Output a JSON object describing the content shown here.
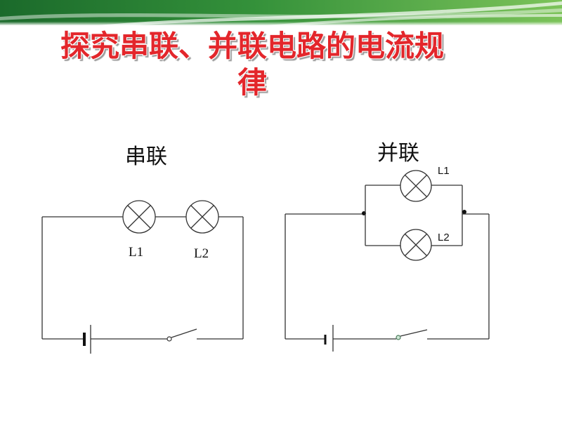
{
  "slide": {
    "title": "探究串联、并联电路的电流规律",
    "colors": {
      "title": "#e3262b",
      "banner": "#3d9b3a"
    }
  },
  "series_circuit": {
    "label": "串联",
    "lamp_labels": [
      "L1",
      "L2"
    ]
  },
  "parallel_circuit": {
    "label": "并联",
    "lamp_labels": [
      "L1",
      "L2"
    ]
  }
}
